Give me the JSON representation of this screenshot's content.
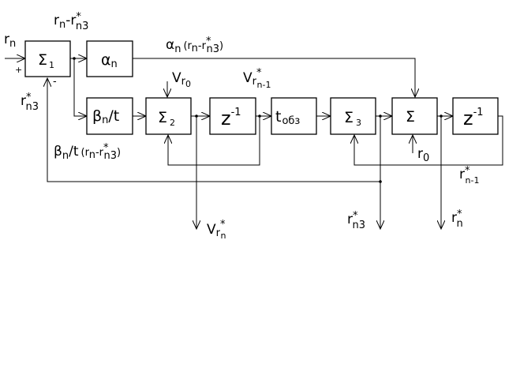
{
  "blocks": {
    "sum1": {
      "main": "Σ",
      "sub": "1"
    },
    "alpha": {
      "main": "α",
      "sub": "n"
    },
    "beta": {
      "main": "β",
      "sub": "n",
      "tail": "/t"
    },
    "sum2": {
      "main": "Σ",
      "sub": "2"
    },
    "z1": {
      "main": "z",
      "sup": "-1"
    },
    "tobz": {
      "main": "t",
      "sub": "обз"
    },
    "sum3": {
      "main": "Σ",
      "sub": "3"
    },
    "sum4": {
      "main": "Σ"
    },
    "z2": {
      "main": "z",
      "sup": "-1"
    }
  },
  "labels": {
    "rn_in": "r",
    "rn_in_sub": "n",
    "plus": "+",
    "minus": "-",
    "err_a": "r",
    "err_sub": "n",
    "err_dash": "-r",
    "err_star": "*",
    "err_sub2": "n3",
    "rnz_fb": "r",
    "rnz_fb_star": "*",
    "rnz_fb_sub": "n3",
    "alpha_out": "α",
    "alpha_out_sub": "n",
    "alpha_out_paren": "(r",
    "alpha_out_sub2": "n",
    "alpha_out_dash": "-r",
    "alpha_out_star": "*",
    "alpha_out_sub3": "n3",
    "alpha_out_close": ")",
    "beta_out": "β",
    "beta_out_sub": "n",
    "beta_out_tail": "/t",
    "beta_out_paren": "(r",
    "beta_out_sub2": "n",
    "beta_out_dash": "-r",
    "beta_out_star": "*",
    "beta_out_sub3": "n3",
    "beta_out_close": ")",
    "vr0": "V",
    "vr0_sub": "r",
    "vr0_subsub": "0",
    "vrn1": "V",
    "vrn1_sub": "r",
    "vrn1_star": "*",
    "vrn1_subsub": "n-1",
    "vrn_out": "V",
    "vrn_out_sub": "r",
    "vrn_out_star": "*",
    "vrn_out_subsub": "n",
    "r0": "r",
    "r0_sub": "0",
    "rn1": "r",
    "rn1_star": "*",
    "rn1_sub": "n-1",
    "rnz_out": "r",
    "rnz_out_star": "*",
    "rnz_out_sub": "n3",
    "rn_out": "r",
    "rn_out_star": "*",
    "rn_out_sub": "n"
  }
}
